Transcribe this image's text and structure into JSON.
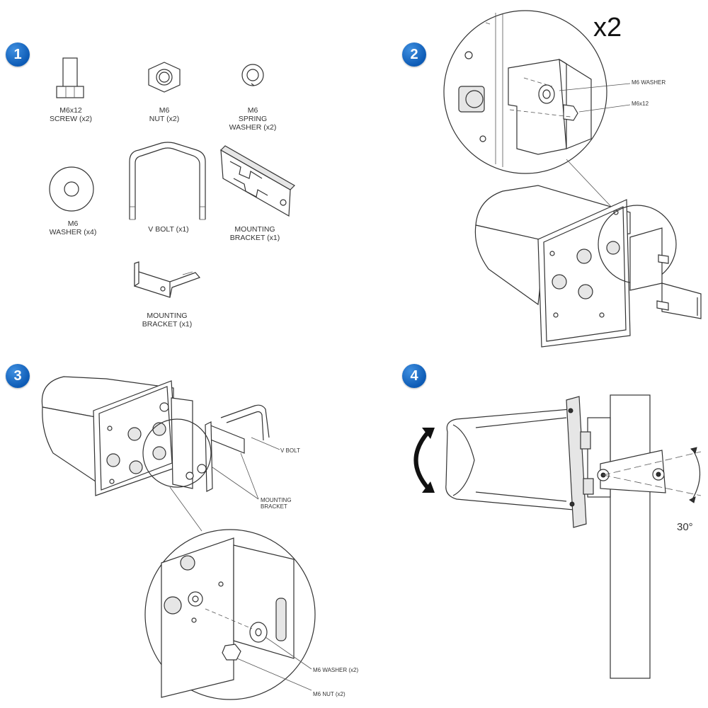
{
  "steps": [
    "1",
    "2",
    "3",
    "4"
  ],
  "step1": {
    "screw": [
      "M6x12",
      "SCREW (x2)"
    ],
    "nut": [
      "M6",
      "NUT (x2)"
    ],
    "spring_washer": [
      "M6",
      "SPRING",
      "WASHER (x2)"
    ],
    "washer": [
      "M6",
      "WASHER (x4)"
    ],
    "v_bolt": "V BOLT (x1)",
    "bracket_a": [
      "MOUNTING",
      "BRACKET (x1)"
    ],
    "bracket_b": [
      "MOUNTING",
      "BRACKET (x1)"
    ]
  },
  "step2": {
    "multiplier": "x2",
    "washer_callout": "M6 WASHER",
    "screw_callout": "M6x12"
  },
  "step3": {
    "v_bolt_callout": "V BOLT",
    "bracket_callout": [
      "MOUNTING",
      "BRACKET"
    ],
    "washer_callout": "M6 WASHER (x2)",
    "nut_callout": "M6 NUT (x2)"
  },
  "step4": {
    "angle": "30°"
  },
  "colors": {
    "badge": "#1a6fd0",
    "line": "#333333"
  }
}
